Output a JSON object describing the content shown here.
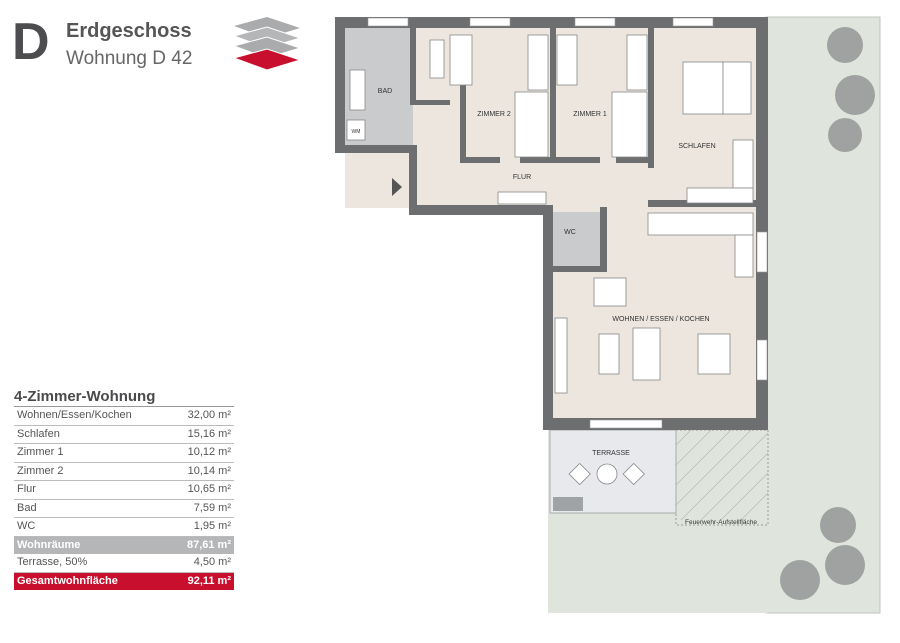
{
  "header": {
    "letter": "D",
    "floor": "Erdgeschoss",
    "unit": "Wohnung D 42"
  },
  "colors": {
    "accent": "#c8102e",
    "wall": "#6d6e70",
    "floor": "#ece6df",
    "wet_floor": "#c9cbcd",
    "garden": "#dfe5dc",
    "terrace": "#e7e9ed"
  },
  "plan": {
    "rooms": {
      "bad": "BAD",
      "wm": "WM",
      "zimmer2": "ZIMMER 2",
      "zimmer1": "ZIMMER 1",
      "schlafen": "SCHLAFEN",
      "flur": "FLUR",
      "wc": "WC",
      "wohnen": "WOHNEN / ESSEN / KOCHEN",
      "terrasse": "TERRASSE",
      "feuerwehr": "Feuerwehr-Aufstellfläche"
    }
  },
  "areas": {
    "title": "4-Zimmer-Wohnung",
    "rows": [
      {
        "label": "Wohnen/Essen/Kochen",
        "value": "32,00 m²"
      },
      {
        "label": "Schlafen",
        "value": "15,16 m²"
      },
      {
        "label": "Zimmer 1",
        "value": "10,12 m²"
      },
      {
        "label": "Zimmer 2",
        "value": "10,14 m²"
      },
      {
        "label": "Flur",
        "value": "10,65 m²"
      },
      {
        "label": "Bad",
        "value": "7,59 m²"
      },
      {
        "label": "WC",
        "value": "1,95 m²"
      }
    ],
    "subtotal": {
      "label": "Wohnräume",
      "value": "87,61 m²"
    },
    "terrace": {
      "label": "Terrasse, 50%",
      "value": "4,50 m²"
    },
    "total": {
      "label": "Gesamtwohnfläche",
      "value": "92,11 m²"
    }
  }
}
